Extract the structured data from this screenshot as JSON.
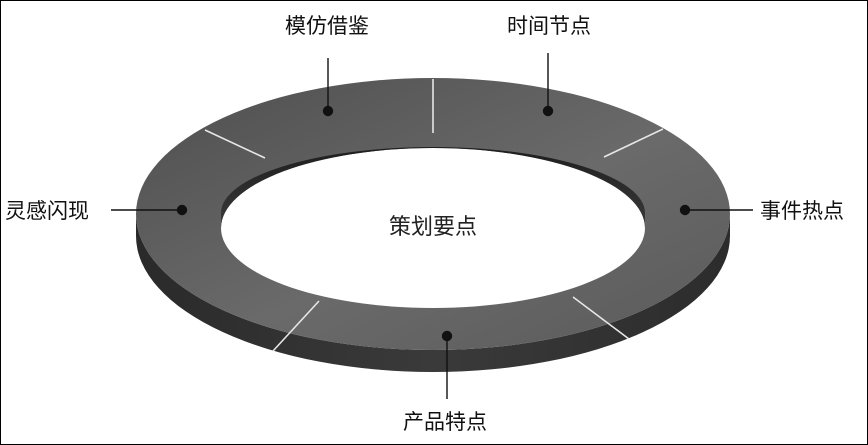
{
  "diagram": {
    "center_label": "策划要点",
    "segments": [
      {
        "label": "模仿借鉴"
      },
      {
        "label": "时间节点"
      },
      {
        "label": "事件热点"
      },
      {
        "label": "产品特点"
      },
      {
        "label": "灵感闪现"
      }
    ]
  }
}
